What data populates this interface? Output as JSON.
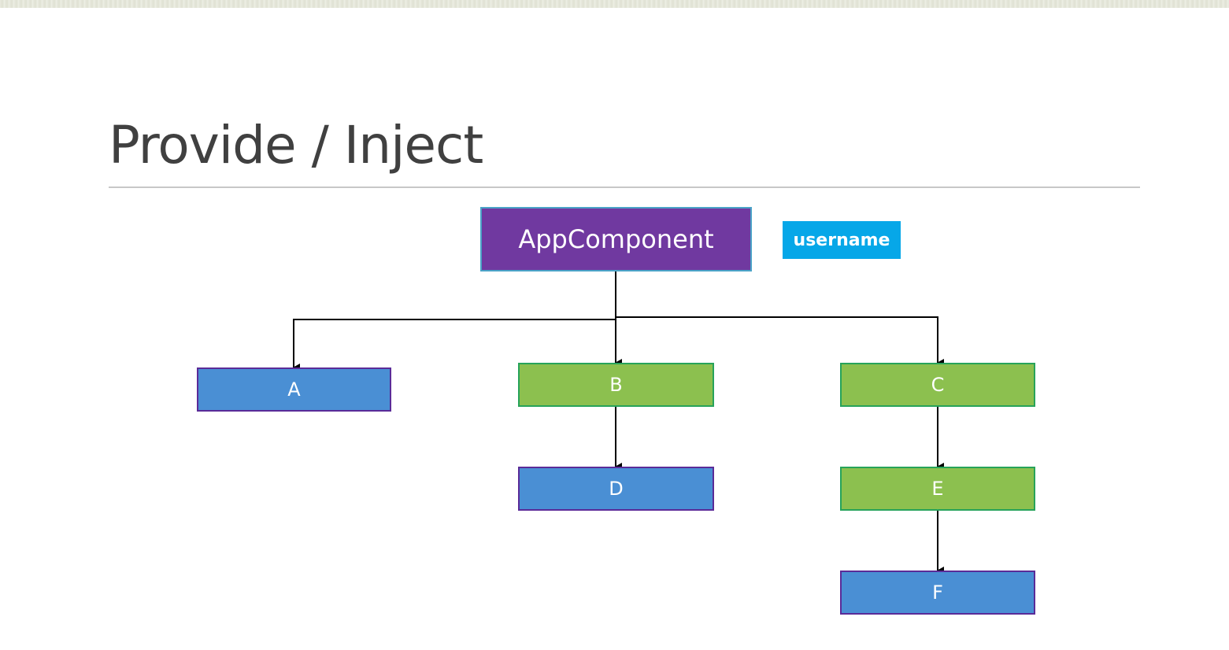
{
  "slide": {
    "title": "Provide / Inject"
  },
  "diagram": {
    "root": {
      "label": "AppComponent",
      "color": "#7039a0"
    },
    "badge": {
      "label": "username",
      "color": "#06a7e8"
    },
    "nodes": [
      {
        "id": "A",
        "label": "A",
        "parent": "AppComponent",
        "kind": "blue"
      },
      {
        "id": "B",
        "label": "B",
        "parent": "AppComponent",
        "kind": "green"
      },
      {
        "id": "C",
        "label": "C",
        "parent": "AppComponent",
        "kind": "green"
      },
      {
        "id": "D",
        "label": "D",
        "parent": "B",
        "kind": "blue"
      },
      {
        "id": "E",
        "label": "E",
        "parent": "C",
        "kind": "green"
      },
      {
        "id": "F",
        "label": "F",
        "parent": "E",
        "kind": "blue"
      }
    ],
    "colors": {
      "blue_fill": "#4a8fd4",
      "green_fill": "#8cc04f"
    }
  }
}
